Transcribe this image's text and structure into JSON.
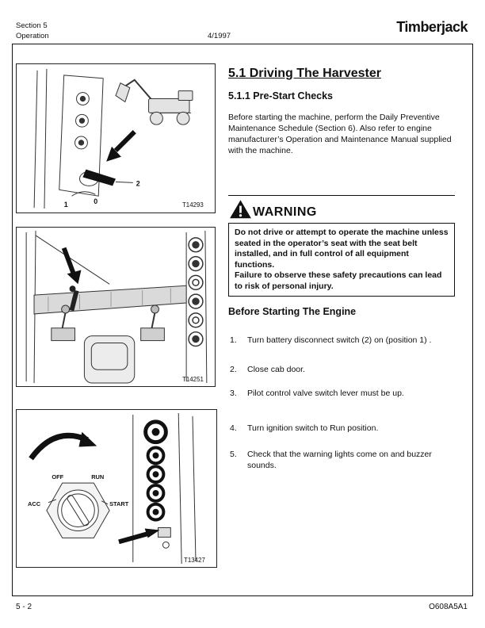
{
  "header": {
    "section": "Section 5",
    "subsection": "Operation",
    "date": "4/1997",
    "brand": "Timberjack"
  },
  "footer": {
    "page_number": "5 - 2",
    "doc_code": "O608A5A1"
  },
  "article": {
    "title": "5.1 Driving The Harvester",
    "subtitle": "5.1.1 Pre-Start Checks",
    "intro": "Before starting the machine, perform the Daily Preventive Maintenance Schedule (Section 6). Also refer to engine manufacturer’s Operation and Maintenance Manual supplied with the machine.",
    "warning": {
      "title": "WARNING",
      "text_1": "Do not drive or attempt to operate the machine unless seated in the operator’s seat with the seat belt installed, and in full control of all equipment functions.",
      "text_2": "Failure to observe these safety precautions can lead to risk of personal injury."
    },
    "section_heading": "Before Starting The Engine",
    "steps": [
      {
        "num": "1.",
        "text": "Turn battery disconnect switch (2) on (position 1) ."
      },
      {
        "num": "2.",
        "text": "Close cab door."
      },
      {
        "num": "3.",
        "text": "Pilot control valve switch lever must be up."
      },
      {
        "num": "4.",
        "text": "Turn ignition switch to Run position."
      },
      {
        "num": "5.",
        "text": "Check that the warning lights come on and buzzer sounds."
      }
    ]
  },
  "figures": {
    "fig1": {
      "id": "T14293",
      "label_2": "2",
      "label_1": "1",
      "label_0": "0"
    },
    "fig2": {
      "id": "T14251"
    },
    "fig3": {
      "id": "T13427",
      "pos_off": "OFF",
      "pos_run": "RUN",
      "pos_acc": "ACC",
      "pos_start": "START"
    }
  },
  "colors": {
    "paper": "#ffffff",
    "ink": "#111111"
  }
}
